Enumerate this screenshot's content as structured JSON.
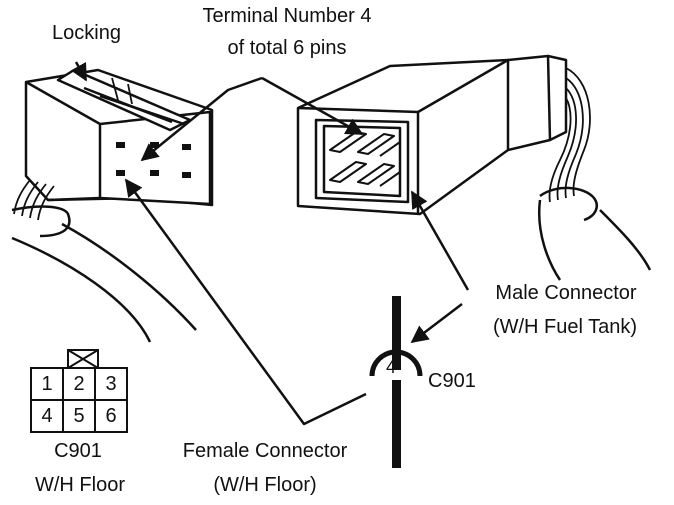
{
  "labels": {
    "locking": "Locking",
    "terminal_line1": "Terminal Number 4",
    "terminal_line2": "of total 6 pins",
    "male_line1": "Male Connector",
    "male_line2": "(W/H Fuel Tank)",
    "connector_id": "C901",
    "terminal_num": "4",
    "female_line1": "Female Connector",
    "female_line2": "(W/H Floor)",
    "pinout_id": "C901",
    "pinout_harness": "W/H Floor"
  },
  "pinout": {
    "rows": [
      [
        "1",
        "2",
        "3"
      ],
      [
        "4",
        "5",
        "6"
      ]
    ],
    "locking_tab_above_pin": "2"
  },
  "colors": {
    "ink": "#111111",
    "paper": "#ffffff"
  }
}
